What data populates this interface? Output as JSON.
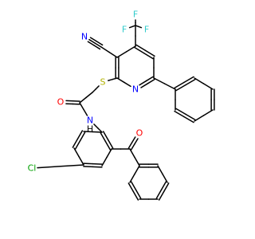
{
  "colors": {
    "C": "#000000",
    "N": "#0000ff",
    "O": "#ff0000",
    "S": "#b2b200",
    "F": "#33cccc",
    "Cl": "#00a000",
    "H": "#000000"
  },
  "atom_labels": {
    "N_nitrile": "N",
    "F1": "F",
    "F2": "F",
    "F3": "F",
    "S": "S",
    "N_py": "N",
    "O_amide": "O",
    "NH": "N",
    "H": "H",
    "O_ketone": "O",
    "Cl": "Cl"
  }
}
